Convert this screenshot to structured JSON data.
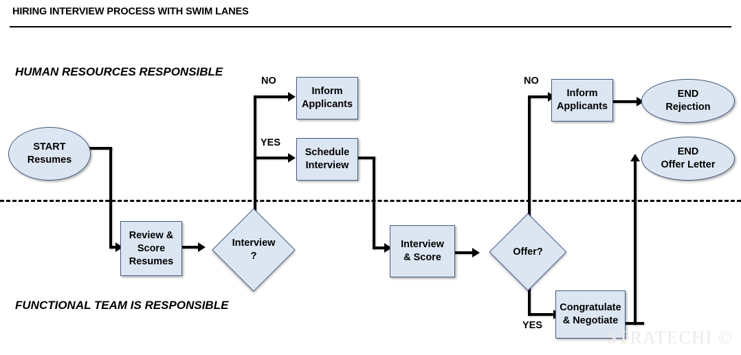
{
  "title": "HIRING INTERVIEW PROCESS WITH SWIM LANES",
  "lanes": [
    {
      "id": "hr",
      "label": "HUMAN RESOURCES\nRESPONSIBLE"
    },
    {
      "id": "functional",
      "label": "FUNCTIONAL TEAM\nIS RESPONSIBLE"
    }
  ],
  "nodes": [
    {
      "id": "start",
      "type": "ellipse",
      "label": "START\nResumes"
    },
    {
      "id": "review-score",
      "type": "process",
      "label": "Review &\nScore\nResumes"
    },
    {
      "id": "interview-dec",
      "type": "decision",
      "label": "Interview\n?"
    },
    {
      "id": "inform-1",
      "type": "process",
      "label": "Inform\nApplicants"
    },
    {
      "id": "schedule",
      "type": "process",
      "label": "Schedule\nInterview"
    },
    {
      "id": "interview-score",
      "type": "process",
      "label": "Interview\n& Score"
    },
    {
      "id": "offer-dec",
      "type": "decision",
      "label": "Offer?"
    },
    {
      "id": "inform-2",
      "type": "process",
      "label": "Inform\nApplicants"
    },
    {
      "id": "congratulate",
      "type": "process",
      "label": "Congratulate\n& Negotiate"
    },
    {
      "id": "end-rejection",
      "type": "ellipse",
      "label": "END\nRejection"
    },
    {
      "id": "end-offer",
      "type": "ellipse",
      "label": "END\nOffer Letter"
    }
  ],
  "edge_labels": {
    "interview_no": "NO",
    "interview_yes": "YES",
    "offer_no": "NO",
    "offer_yes": "YES"
  },
  "watermark": "STRATECHI ©",
  "colors": {
    "node_fill": "#dce6f2",
    "node_border": "#41597c",
    "line": "#000000",
    "text": "#000000",
    "watermark": "#eceae8"
  },
  "chart_data": {
    "type": "diagram",
    "diagram_kind": "swimlane-flowchart",
    "title": "HIRING INTERVIEW PROCESS WITH SWIM LANES",
    "lanes": [
      "HUMAN RESOURCES RESPONSIBLE",
      "FUNCTIONAL TEAM IS RESPONSIBLE"
    ],
    "edges": [
      {
        "from": "start",
        "to": "review-score",
        "label": ""
      },
      {
        "from": "review-score",
        "to": "interview-dec",
        "label": ""
      },
      {
        "from": "interview-dec",
        "to": "inform-1",
        "label": "NO"
      },
      {
        "from": "interview-dec",
        "to": "schedule",
        "label": "YES"
      },
      {
        "from": "schedule",
        "to": "interview-score",
        "label": ""
      },
      {
        "from": "interview-score",
        "to": "offer-dec",
        "label": ""
      },
      {
        "from": "offer-dec",
        "to": "inform-2",
        "label": "NO"
      },
      {
        "from": "offer-dec",
        "to": "congratulate",
        "label": "YES"
      },
      {
        "from": "inform-2",
        "to": "end-rejection",
        "label": ""
      },
      {
        "from": "congratulate",
        "to": "end-offer",
        "label": ""
      }
    ]
  }
}
